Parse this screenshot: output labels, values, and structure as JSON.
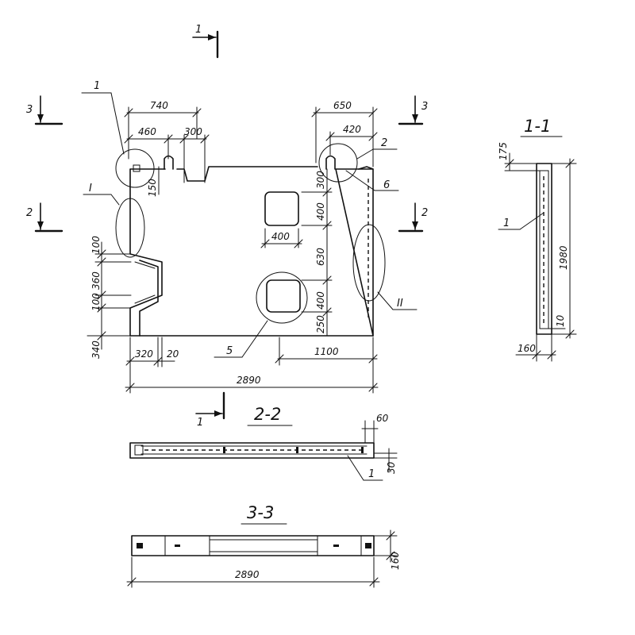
{
  "elevation": {
    "dims": {
      "d740": "740",
      "d460": "460",
      "d300": "300",
      "d650": "650",
      "d420": "420",
      "d150": "150",
      "d300r": "300",
      "d400a": "400",
      "d400w": "400",
      "d630": "630",
      "d400b": "400",
      "d250": "250",
      "d100a": "100",
      "d360": "360",
      "d100b": "100",
      "d340": "340",
      "d320": "320",
      "d20": "20",
      "d1100": "1100",
      "d2890": "2890"
    },
    "callouts": {
      "c1": "1",
      "c2": "2",
      "c5": "5",
      "c6": "6",
      "nodeI": "I",
      "nodeII": "II"
    },
    "cuts": {
      "cut1_top": "1",
      "cut1_bottom": "1",
      "cut3_left": "3",
      "cut3_right": "3",
      "cut2_left": "2",
      "cut2_right": "2"
    }
  },
  "section_1_1": {
    "title": "1-1",
    "dims": {
      "d175": "175",
      "d1980": "1980",
      "d10": "10",
      "d160": "160"
    },
    "callout": "1"
  },
  "section_2_2": {
    "title": "2-2",
    "dims": {
      "d60": "60",
      "d30": "30"
    },
    "callout": "1"
  },
  "section_3_3": {
    "title": "3-3",
    "dims": {
      "d2890": "2890",
      "d160": "160"
    }
  }
}
